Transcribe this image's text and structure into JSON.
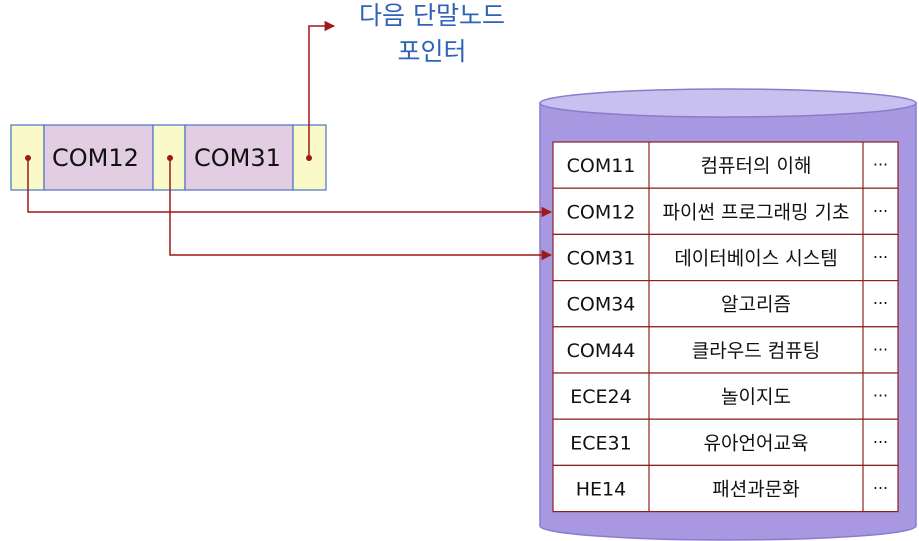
{
  "index_node": {
    "keys": [
      "COM12",
      "COM31"
    ]
  },
  "next_leaf_pointer_label": {
    "line1": "다음 단말노드",
    "line2": "포인터"
  },
  "records": [
    {
      "code": "COM11",
      "name": "컴퓨터의 이해",
      "more": "···"
    },
    {
      "code": "COM12",
      "name": "파이썬 프로그래밍 기초",
      "more": "···"
    },
    {
      "code": "COM31",
      "name": "데이터베이스 시스템",
      "more": "···"
    },
    {
      "code": "COM34",
      "name": "알고리즘",
      "more": "···"
    },
    {
      "code": "COM44",
      "name": "클라우드 컴퓨팅",
      "more": "···"
    },
    {
      "code": "ECE24",
      "name": "놀이지도",
      "more": "···"
    },
    {
      "code": "ECE31",
      "name": "유아언어교육",
      "more": "···"
    },
    {
      "code": "HE14",
      "name": "패션과문화",
      "more": "···"
    }
  ],
  "colors": {
    "pointer_cell": "#fafac8",
    "key_cell": "#e2cde2",
    "node_border": "#4a72c4",
    "arrow": "#a01818",
    "cylinder_body": "#a898e2",
    "cylinder_top": "#c8c0ee",
    "cylinder_border": "#8a7ccc",
    "label_text": "#2f63b8"
  }
}
